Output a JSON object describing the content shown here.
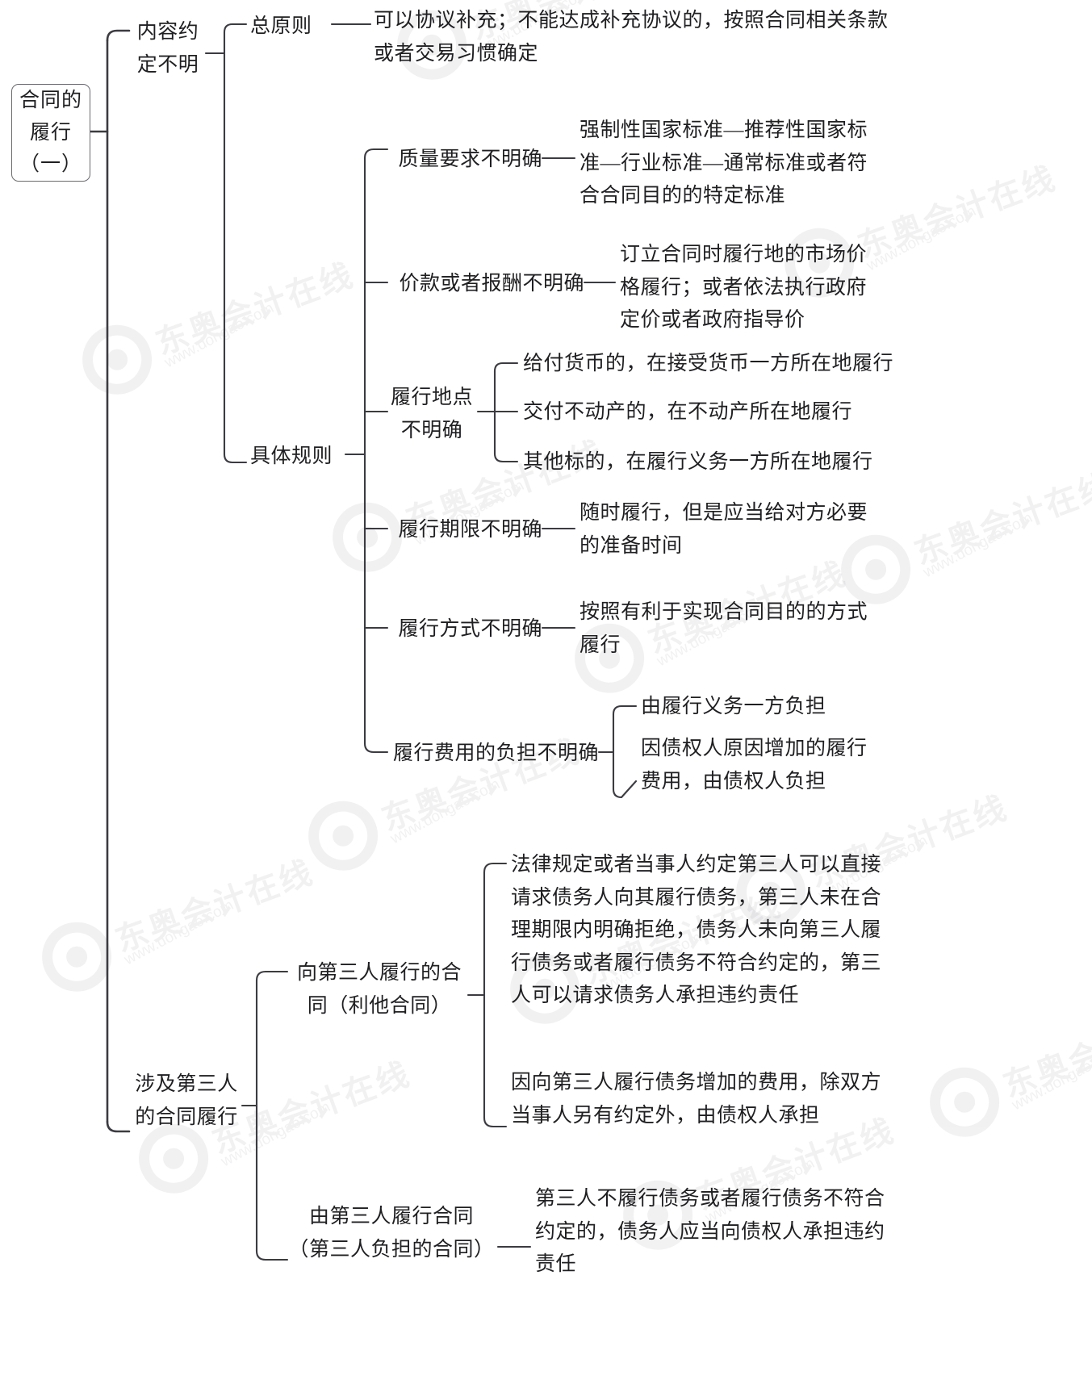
{
  "diagram": {
    "type": "mindmap",
    "title": "合同的履行（一）",
    "root": {
      "label": "合同的\n履行\n（一）",
      "lines": [
        "合同的",
        "履行",
        "（一）"
      ]
    },
    "branches": [
      {
        "id": "content-unclear",
        "label_lines": [
          "内容约",
          "定不明"
        ],
        "label": "内容约定不明",
        "children": [
          {
            "id": "general-principle",
            "label": "总原则",
            "detail_lines": [
              "可以协议补充；不能达成补充协议的，按照合同相关条款",
              "或者交易习惯确定"
            ],
            "detail": "可以协议补充；不能达成补充协议的，按照合同相关条款或者交易习惯确定"
          },
          {
            "id": "specific-rules",
            "label": "具体规则",
            "children": [
              {
                "id": "quality-unclear",
                "label_lines": [
                  "质量要求不明确"
                ],
                "label": "质量要求不明确",
                "detail_lines": [
                  "强制性国家标准—推荐性国家标",
                  "准—行业标准—通常标准或者符",
                  "合合同目的的特定标准"
                ],
                "detail": "强制性国家标准—推荐性国家标准—行业标准—通常标准或者符合合同目的的特定标准"
              },
              {
                "id": "price-unclear",
                "label_lines": [
                  "价款或者报酬不明确"
                ],
                "label": "价款或者报酬不明确",
                "detail_lines": [
                  "订立合同时履行地的市场价",
                  "格履行；或者依法执行政府",
                  "定价或者政府指导价"
                ],
                "detail": "订立合同时履行地的市场价格履行；或者依法执行政府定价或者政府指导价"
              },
              {
                "id": "place-unclear",
                "label_lines": [
                  "履行地点",
                  "不明确"
                ],
                "label": "履行地点不明确",
                "items": [
                  "给付货币的，在接受货币一方所在地履行",
                  "交付不动产的，在不动产所在地履行",
                  "其他标的，在履行义务一方所在地履行"
                ]
              },
              {
                "id": "term-unclear",
                "label_lines": [
                  "履行期限不明确"
                ],
                "label": "履行期限不明确",
                "detail_lines": [
                  "随时履行，但是应当给对方必要",
                  "的准备时间"
                ],
                "detail": "随时履行，但是应当给对方必要的准备时间"
              },
              {
                "id": "method-unclear",
                "label_lines": [
                  "履行方式不明确"
                ],
                "label": "履行方式不明确",
                "detail_lines": [
                  "按照有利于实现合同目的的方式",
                  "履行"
                ],
                "detail": "按照有利于实现合同目的的方式履行"
              },
              {
                "id": "cost-unclear",
                "label_lines": [
                  "履行费用的负担不明确"
                ],
                "label": "履行费用的负担不明确",
                "items": [
                  "由履行义务一方负担",
                  "因债权人原因增加的履行\n费用，由债权人负担"
                ],
                "item_lines": [
                  [
                    "由履行义务一方负担"
                  ],
                  [
                    "因债权人原因增加的履行",
                    "费用，由债权人负担"
                  ]
                ]
              }
            ]
          }
        ]
      },
      {
        "id": "third-party",
        "label_lines": [
          "涉及第三人",
          "的合同履行"
        ],
        "label": "涉及第三人的合同履行",
        "children": [
          {
            "id": "perform-to-third-party",
            "label_lines": [
              "向第三人履行的合",
              "同（利他合同）"
            ],
            "label": "向第三人履行的合同（利他合同）",
            "items": [
              "法律规定或者当事人约定第三人可以直接\n请求债务人向其履行债务，第三人未在合\n理期限内明确拒绝，债务人未向第三人履\n行债务或者履行债务不符合约定的，第三\n人可以请求债务人承担违约责任",
              "因向第三人履行债务增加的费用，除双方\n当事人另有约定外，由债权人承担"
            ],
            "item_lines": [
              [
                "法律规定或者当事人约定第三人可以直接",
                "请求债务人向其履行债务，第三人未在合",
                "理期限内明确拒绝，债务人未向第三人履",
                "行债务或者履行债务不符合约定的，第三",
                "人可以请求债务人承担违约责任"
              ],
              [
                "因向第三人履行债务增加的费用，除双方",
                "当事人另有约定外，由债权人承担"
              ]
            ]
          },
          {
            "id": "perform-by-third-party",
            "label_lines": [
              "由第三人履行合同",
              "（第三人负担的合同）"
            ],
            "label": "由第三人履行合同（第三人负担的合同）",
            "detail_lines": [
              "第三人不履行债务或者履行债务不符合",
              "约定的，债务人应当向债权人承担违约",
              "责任"
            ],
            "detail": "第三人不履行债务或者履行债务不符合约定的，债务人应当向债权人承担违约责任"
          }
        ]
      }
    ]
  },
  "watermark": {
    "brand_cn": "东奥会计在线",
    "url": "www.dongao.com"
  },
  "colors": {
    "line": "#3b3b41",
    "text": "#1f1f22",
    "box_border": "#6a6a70",
    "background": "#ffffff",
    "watermark": "#6b6b72"
  }
}
